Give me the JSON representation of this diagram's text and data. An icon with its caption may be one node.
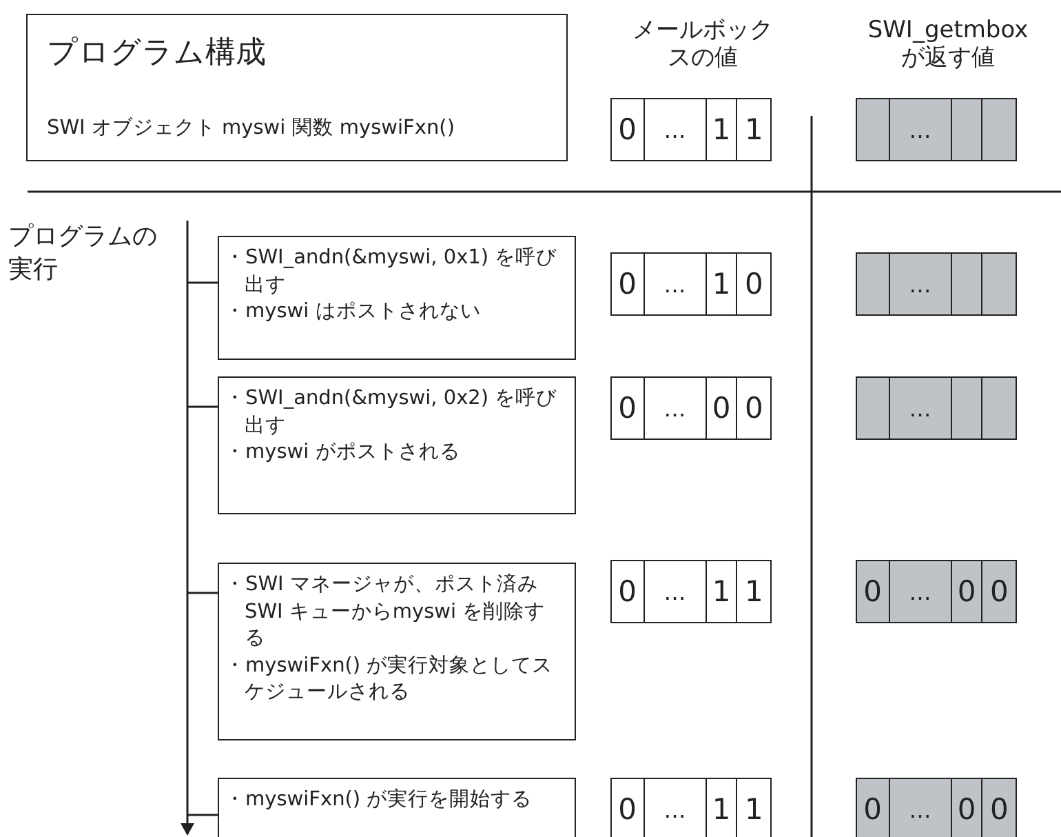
{
  "diagram": {
    "nodes": [
      {
        "text": [
          "プログラム構成",
          "SWI オブジェクト myswi 関数 myswiFxn()"
        ]
      },
      {
        "text": [
          "0",
          "…",
          "1",
          "1"
        ]
      },
      {
        "text": [
          "…"
        ]
      },
      {
        "text": [
          "・SWI_andn(&myswi, 0x1) を呼び出す",
          "・myswi はポストされない"
        ]
      },
      {
        "text": [
          "0",
          "…",
          "1",
          "0"
        ]
      },
      {
        "text": [
          "…"
        ]
      },
      {
        "text": [
          "・SWI_andn(&myswi, 0x2) を呼び出す",
          "・myswi がポストされる"
        ]
      },
      {
        "text": [
          "0",
          "…",
          "0",
          "0"
        ]
      },
      {
        "text": [
          "…"
        ]
      },
      {
        "text": [
          "・SWI マネージャが、ポスト済み SWI キューからmyswi を削除する",
          "・myswiFxn() が実行対象としてスケジュールされる"
        ]
      },
      {
        "text": [
          "0",
          "…",
          "1",
          "1"
        ]
      },
      {
        "text": [
          "0",
          "…",
          "0",
          "0"
        ]
      },
      {
        "text": [
          "・myswiFxn() が実行を開始する"
        ]
      },
      {
        "text": [
          "0",
          "…",
          "1",
          "1"
        ]
      },
      {
        "text": [
          "0",
          "…",
          "0",
          "0"
        ]
      }
    ],
    "edges": [
      {
        "from": null,
        "to": 3,
        "arrow": "none"
      },
      {
        "from": null,
        "to": 6,
        "arrow": "none"
      },
      {
        "from": null,
        "to": 9,
        "arrow": "none"
      },
      {
        "from": null,
        "to": 12,
        "arrow": "none"
      }
    ],
    "labels": [
      "メールボックスの値",
      "SWI_getmboxが返す値",
      "プログラムの実行"
    ]
  }
}
